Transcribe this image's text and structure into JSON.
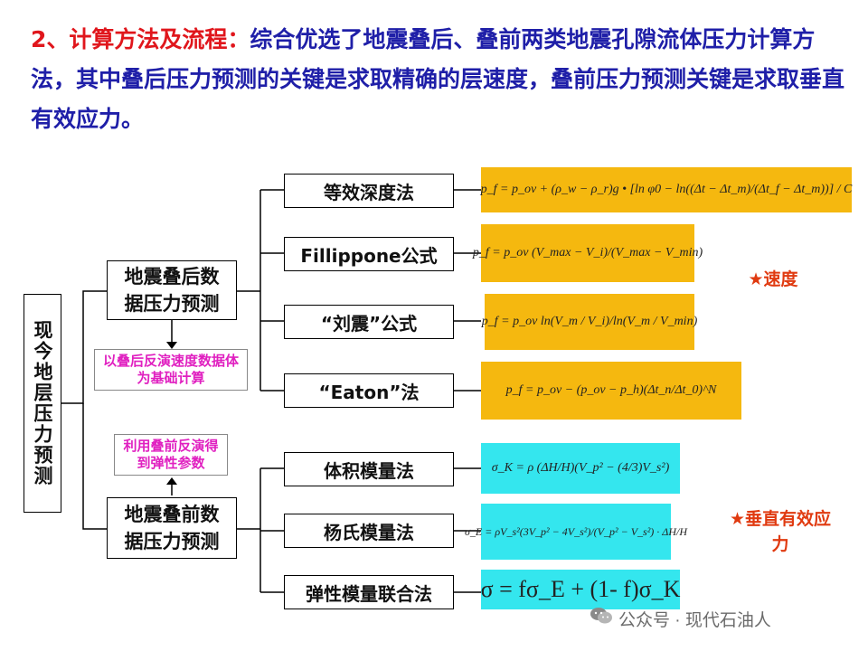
{
  "header": {
    "lead": "2、计算方法及流程：",
    "body": "综合优选了地震叠后、叠前两类地震孔隙流体压力计算方法，其中叠后压力预测的关键是求取精确的层速度，叠前压力预测关键是求取垂直有效应力。"
  },
  "diagram": {
    "root": "现今地层压力预测",
    "groups": [
      {
        "label": "地震叠后数据压力预测"
      },
      {
        "label": "地震叠前数据压力预测"
      }
    ],
    "notes": [
      "以叠后反演速度数据体为基础计算",
      "利用叠前反演得到弹性参数"
    ],
    "methods": [
      {
        "label": "等效深度法",
        "formula": "p_f = p_ov + (ρ_w − ρ_r)g • [ln φ0 − ln((Δt − Δt_m)/(Δt_f − Δt_m))] / C"
      },
      {
        "label": "Fillippone公式",
        "formula": "p_f = p_ov (V_max − V_i)/(V_max − V_min)"
      },
      {
        "label": "“刘震”公式",
        "formula": "p_f = p_ov ln(V_m / V_i)/ln(V_m / V_min)"
      },
      {
        "label": "“Eaton”法",
        "formula": "p_f = p_ov − (p_ov − p_h)(Δt_n/Δt_0)^N"
      },
      {
        "label": "体积模量法",
        "formula": "σ_K = ρ (ΔH/H)(V_p² − (4/3)V_s²)"
      },
      {
        "label": "杨氏模量法",
        "formula": "σ_E = ρV_s²(3V_p² − 4V_s²)/(V_p² − V_s²) · ΔH/H"
      },
      {
        "label": "弹性模量联合法",
        "formula": "σ = fσ_E + (1- f)σ_K"
      }
    ],
    "stars": [
      {
        "label": "★速度"
      },
      {
        "label": "★垂直有效应力"
      }
    ],
    "colors": {
      "orange": "#f5b80f",
      "cyan": "#34e6ee",
      "star": "#e03a10",
      "note": "#e020c0"
    }
  },
  "watermark": {
    "icon": "wechat-icon",
    "text": "公众号 · 现代石油人"
  }
}
